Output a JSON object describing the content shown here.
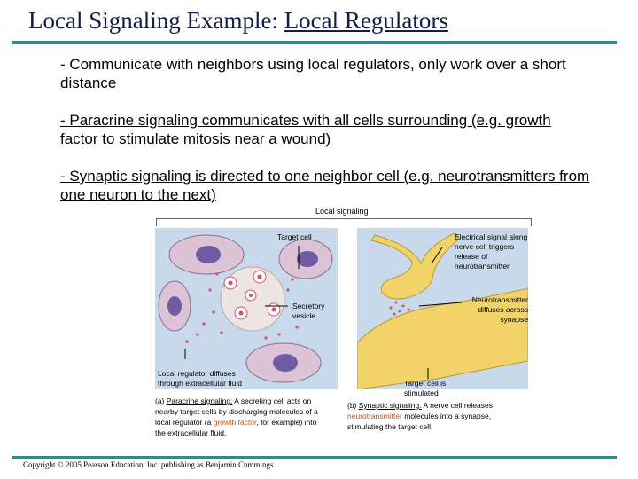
{
  "slide": {
    "title_part1": "Local Signaling Example: ",
    "title_part2": "Local Regulators",
    "bullets": [
      "- Communicate with neighbors using local regulators, only work over a short distance",
      "- Paracrine signaling communicates with all cells surrounding (e.g. growth factor to stimulate mitosis near a wound)",
      "- Synaptic signaling is directed to one neighbor cell (e.g. neurotransmitters from one neuron  to the next)"
    ],
    "copyright": "Copyright © 2005 Pearson Education, Inc. publishing as Benjamin Cummings"
  },
  "figure": {
    "title": "Local signaling",
    "panel_a": {
      "labels": {
        "target_cell": "Target cell",
        "secretory_vesicle": "Secretory vesicle",
        "local_regulator": "Local regulator diffuses through extracellular fluid"
      },
      "caption": {
        "prefix": "(a) ",
        "term": "Paracrine signaling.",
        "text1": " A secreting cell acts on nearby target cells by discharging molecules of a local regulator (a ",
        "highlight": "growth factor",
        "text2": ", for example) into the extracellular fluid."
      }
    },
    "panel_b": {
      "labels": {
        "electrical_signal": "Electrical signal along nerve cell triggers release of neurotransmitter",
        "neurotransmitter": "Neurotransmitter diffuses across synapse",
        "target_stimulated": "Target cell is stimulated"
      },
      "caption": {
        "prefix": "(b) ",
        "term": "Synaptic signaling.",
        "text1": " A nerve cell releases ",
        "highlight": "neurotransmitter",
        "text2": " molecules into a synapse, stimulating the target cell."
      }
    },
    "colors": {
      "background": "#c8d9ec",
      "target_cell": "#dcc3d6",
      "target_nucleus": "#6e5da3",
      "secreting_cell": "#ede5e2",
      "vesicle": "#d2506a",
      "nerve_cell": "#f1d36a",
      "highlight": "#c0561a",
      "rule": "#2e8b8b"
    }
  }
}
